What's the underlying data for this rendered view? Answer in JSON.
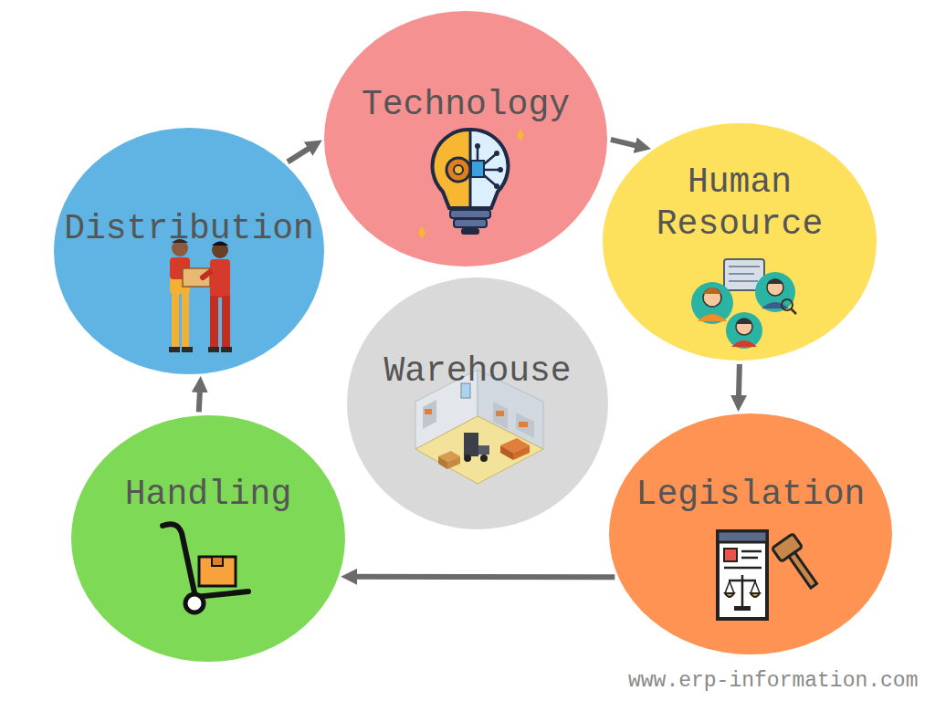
{
  "diagram": {
    "nodes": [
      {
        "text": [
          "Technology"
        ]
      },
      {
        "text": [
          "Human Resource"
        ]
      },
      {
        "text": [
          "Legislation"
        ]
      },
      {
        "text": [
          "Handling"
        ]
      },
      {
        "text": [
          "Distribution"
        ]
      },
      {
        "text": [
          "Warehouse"
        ]
      }
    ],
    "edges": [
      {
        "from": 4,
        "to": 0,
        "arrow": "to"
      },
      {
        "from": 0,
        "to": 1,
        "arrow": "to"
      },
      {
        "from": 1,
        "to": 2,
        "arrow": "to"
      },
      {
        "from": 2,
        "to": 3,
        "arrow": "to"
      },
      {
        "from": 3,
        "to": 4,
        "arrow": "to"
      }
    ],
    "labels": [
      "www.erp-information.com"
    ]
  }
}
